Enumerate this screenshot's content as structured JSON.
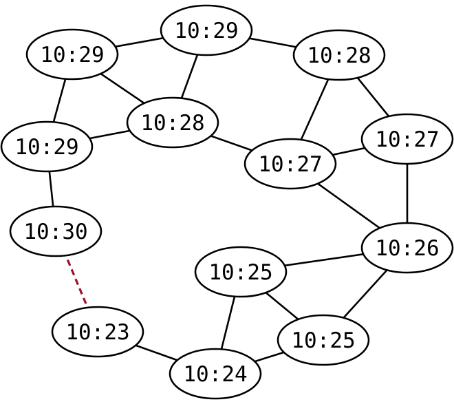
{
  "graph": {
    "colors": {
      "edge": "#000000",
      "highlight_edge": "#a0102a",
      "node_fill": "#ffffff",
      "node_stroke": "#000000"
    },
    "nodes": [
      {
        "id": "n1",
        "label": "10:29"
      },
      {
        "id": "n2",
        "label": "10:29"
      },
      {
        "id": "n3",
        "label": "10:28"
      },
      {
        "id": "n4",
        "label": "10:29"
      },
      {
        "id": "n5",
        "label": "10:28"
      },
      {
        "id": "n6",
        "label": "10:27"
      },
      {
        "id": "n7",
        "label": "10:27"
      },
      {
        "id": "n8",
        "label": "10:30"
      },
      {
        "id": "n9",
        "label": "10:26"
      },
      {
        "id": "n10",
        "label": "10:25"
      },
      {
        "id": "n11",
        "label": "10:23"
      },
      {
        "id": "n12",
        "label": "10:25"
      },
      {
        "id": "n13",
        "label": "10:24"
      }
    ],
    "edges": [
      {
        "from": "n2",
        "to": "n1",
        "style": "solid"
      },
      {
        "from": "n1",
        "to": "n3",
        "style": "solid"
      },
      {
        "from": "n2",
        "to": "n5",
        "style": "solid"
      },
      {
        "from": "n1",
        "to": "n5",
        "style": "solid"
      },
      {
        "from": "n2",
        "to": "n4",
        "style": "solid"
      },
      {
        "from": "n4",
        "to": "n5",
        "style": "solid"
      },
      {
        "from": "n5",
        "to": "n7",
        "style": "solid"
      },
      {
        "from": "n3",
        "to": "n7",
        "style": "solid"
      },
      {
        "from": "n3",
        "to": "n6",
        "style": "solid"
      },
      {
        "from": "n7",
        "to": "n6",
        "style": "solid"
      },
      {
        "from": "n7",
        "to": "n9",
        "style": "solid"
      },
      {
        "from": "n6",
        "to": "n9",
        "style": "solid"
      },
      {
        "from": "n4",
        "to": "n8",
        "style": "solid"
      },
      {
        "from": "n8",
        "to": "n11",
        "style": "dashed"
      },
      {
        "from": "n9",
        "to": "n10",
        "style": "solid"
      },
      {
        "from": "n9",
        "to": "n12",
        "style": "solid"
      },
      {
        "from": "n10",
        "to": "n12",
        "style": "solid"
      },
      {
        "from": "n10",
        "to": "n13",
        "style": "solid"
      },
      {
        "from": "n12",
        "to": "n13",
        "style": "solid"
      },
      {
        "from": "n11",
        "to": "n13",
        "style": "solid"
      }
    ]
  }
}
